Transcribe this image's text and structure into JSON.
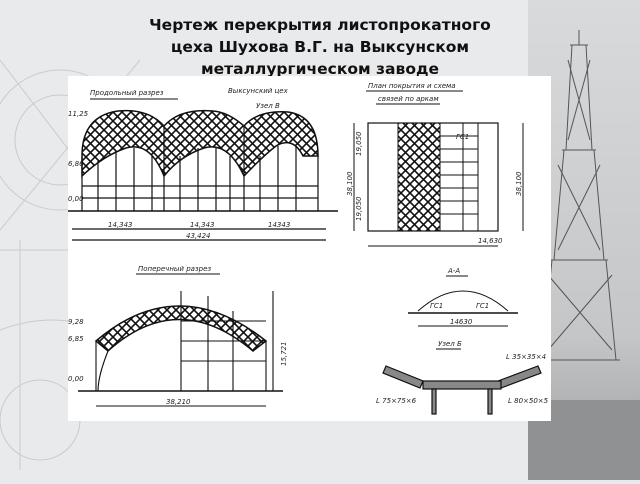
{
  "slide": {
    "title_lines": [
      "Чертеж перекрытия листопрокатного",
      "цеха Шухова В.Г. на Выксунском",
      "металлургическом заводе"
    ]
  },
  "drawing": {
    "longitudinal": {
      "title": "Продольный разрез",
      "subtitle": "Выксунский цех",
      "node": "Узел В",
      "levels": [
        "11,25",
        "6,86",
        "0,00"
      ],
      "spans": [
        "14,343",
        "14,343",
        "14343"
      ],
      "total": "43,424"
    },
    "plan": {
      "title_line1": "План покрытия и схема",
      "title_line2": "связей по аркам",
      "mark": "ГС1",
      "dims_left": [
        "38,100",
        "19,050",
        "19,050"
      ],
      "dim_right": "38,100",
      "dim_bottom": "14,630"
    },
    "transverse": {
      "title": "Поперечный разрез",
      "levels": [
        "9,28",
        "6,85",
        "0,00"
      ],
      "height": "15,721",
      "span": "38,210"
    },
    "section_aa": {
      "title": "А-А",
      "marks": [
        "ГС1",
        "ГС1"
      ],
      "span": "14630"
    },
    "node_b": {
      "title": "Узел Б",
      "labels": [
        "L 35×35×4",
        "L 75×75×6",
        "L 80×50×5"
      ]
    }
  }
}
